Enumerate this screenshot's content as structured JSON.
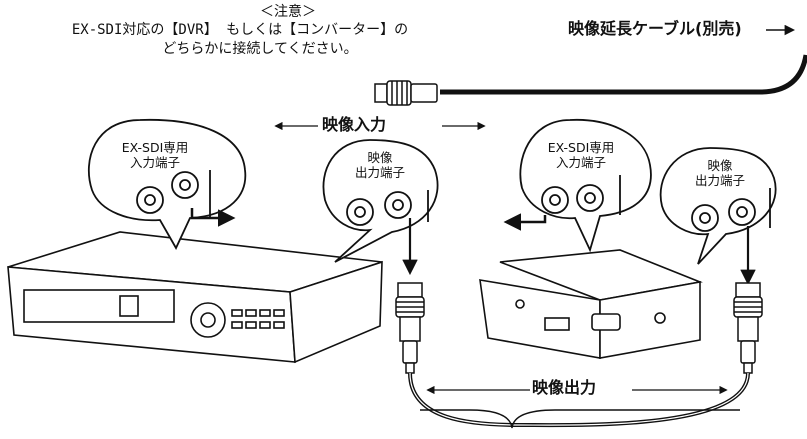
{
  "note": {
    "title": "＜注意＞",
    "line1": "EX-SDI対応の【DVR】 もしくは【コンバーター】の",
    "line2": "どちらかに接続してください。"
  },
  "labels": {
    "cable": "映像延長ケーブル(別売)",
    "video_input": "映像入力",
    "video_output": "映像出力"
  },
  "bubbles": {
    "dvr_exsdi": [
      "EX-SDI専用",
      "入力端子"
    ],
    "dvr_video_out": [
      "映像",
      "出力端子"
    ],
    "conv_exsdi": [
      "EX-SDI専用",
      "入力端子"
    ],
    "conv_video_out": [
      "映像",
      "出力端子"
    ]
  },
  "colors": {
    "line": "#111111",
    "fill": "#ffffff",
    "gray": "#888888"
  },
  "icons": {
    "arrow": "right-arrow-icon"
  }
}
